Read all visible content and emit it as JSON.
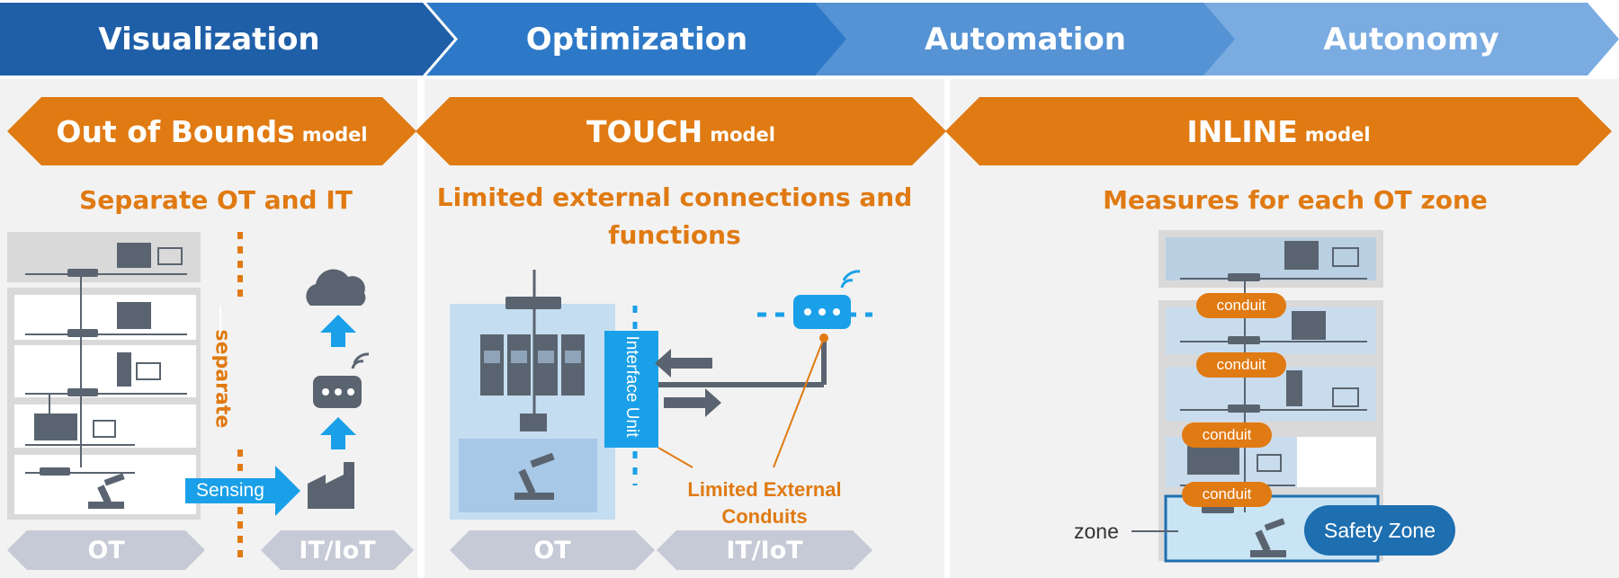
{
  "stages": [
    "Visualization",
    "Optimization",
    "Automation",
    "Autonomy"
  ],
  "models": {
    "out_of_bounds": {
      "name": "Out of Bounds",
      "suffix": "model",
      "heading": "Separate OT and IT",
      "separate_label": "separate",
      "sensing_label": "Sensing",
      "ot_label": "OT",
      "it_label": "IT/IoT"
    },
    "touch": {
      "name": "TOUCH",
      "suffix": "model",
      "heading_line1": "Limited external connections and",
      "heading_line2": "functions",
      "interface_label": "Interface Unit",
      "conduits_line1": "Limited External",
      "conduits_line2": "Conduits",
      "ot_label": "OT",
      "it_label": "IT/IoT"
    },
    "inline": {
      "name": "INLINE",
      "suffix": "model",
      "heading": "Measures for each OT zone",
      "conduit_label": "conduit",
      "zone_label": "zone",
      "safety_zone_label": "Safety Zone"
    }
  },
  "colors": {
    "stage1": "#1f5fa8",
    "stage2": "#2e79c7",
    "stage3": "#5593d4",
    "stage4": "#7aace2",
    "orange": "#e07a12",
    "blue": "#1aa0e8",
    "gray_device": "#5a6470"
  }
}
